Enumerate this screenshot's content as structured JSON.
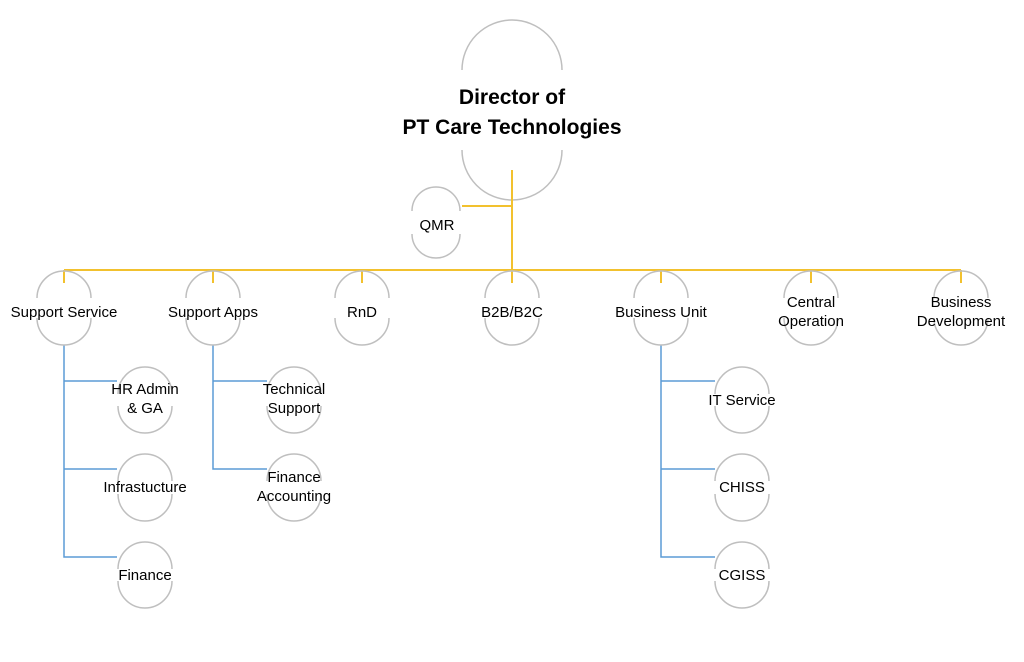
{
  "colors": {
    "level1_connector": "#F2C12E",
    "level2_connector": "#5B9BD5",
    "node_outline": "#BFBFBF",
    "text": "#000000"
  },
  "root": {
    "line1": "Director of",
    "line2": "PT Care Technologies"
  },
  "assistant": {
    "label": "QMR"
  },
  "departments": [
    {
      "line1": "Support Service",
      "line2": ""
    },
    {
      "line1": "Support Apps",
      "line2": ""
    },
    {
      "line1": "RnD",
      "line2": ""
    },
    {
      "line1": "B2B/B2C",
      "line2": ""
    },
    {
      "line1": "Business Unit",
      "line2": ""
    },
    {
      "line1": "Central",
      "line2": "Operation"
    },
    {
      "line1": "Business",
      "line2": "Development"
    }
  ],
  "sub_units": {
    "support_service": [
      {
        "line1": "HR Admin",
        "line2": "& GA"
      },
      {
        "line1": "Infrastucture",
        "line2": ""
      },
      {
        "line1": "Finance",
        "line2": ""
      }
    ],
    "support_apps": [
      {
        "line1": "Technical",
        "line2": "Support"
      },
      {
        "line1": "Finance",
        "line2": "Accounting"
      }
    ],
    "business_unit": [
      {
        "line1": "IT Service",
        "line2": ""
      },
      {
        "line1": "CHISS",
        "line2": ""
      },
      {
        "line1": "CGISS",
        "line2": ""
      }
    ]
  }
}
